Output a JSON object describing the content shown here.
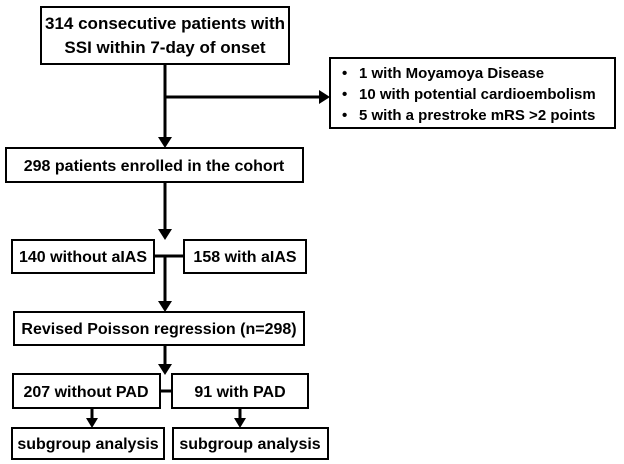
{
  "flowchart": {
    "start_box": {
      "line1": "314 consecutive patients with",
      "line2": "SSI within 7-day of onset"
    },
    "exclusion_box": {
      "items": [
        "1 with Moyamoya Disease",
        "10 with potential cardioembolism",
        "5 with a prestroke mRS >2 points"
      ],
      "bullet": "•"
    },
    "cohort_box": {
      "label": "298  patients enrolled in the cohort"
    },
    "aias_split": {
      "left": "140 without aIAS",
      "right": "158 with aIAS"
    },
    "regression_box": {
      "label": "Revised Poisson regression (n=298)"
    },
    "pad_split": {
      "left": "207 without PAD",
      "right": "91 with PAD"
    },
    "subgroup": {
      "left": "subgroup analysis",
      "right": "subgroup analysis"
    }
  }
}
